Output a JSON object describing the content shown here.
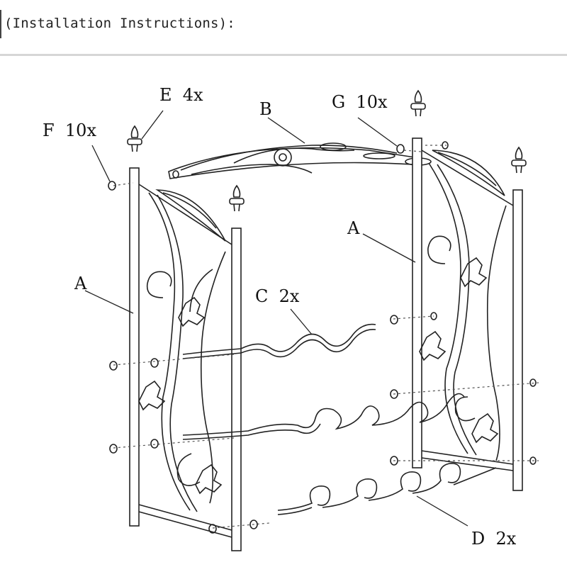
{
  "header": {
    "title": "(Installation Instructions):"
  },
  "callouts": {
    "E": "E  4x",
    "F": "F  10x",
    "B": "B",
    "G": "G  10x",
    "A_left": "A",
    "A_right": "A",
    "C": "C  2x",
    "D": "D  2x"
  }
}
